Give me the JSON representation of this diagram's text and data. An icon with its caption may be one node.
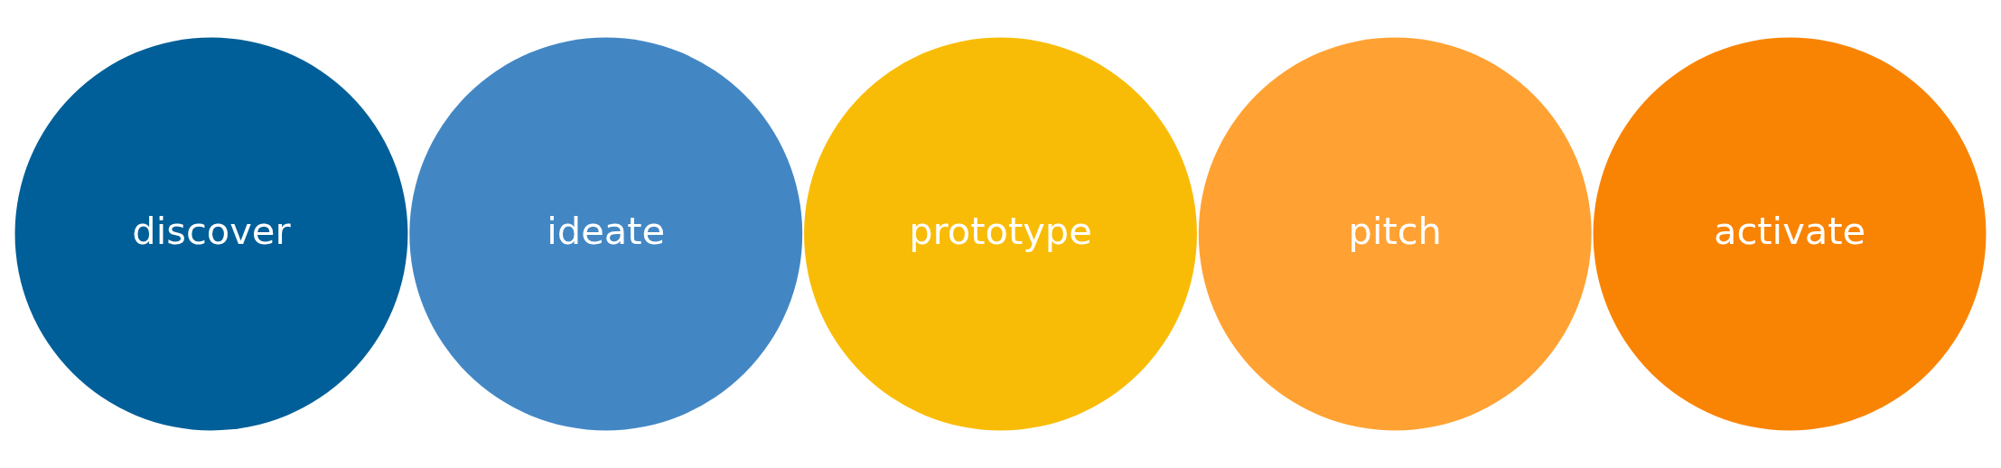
{
  "diagram": {
    "nodes": [
      {
        "text": [
          "discover"
        ]
      },
      {
        "text": [
          "ideate"
        ]
      },
      {
        "text": [
          "prototype"
        ]
      },
      {
        "text": [
          "pitch"
        ]
      },
      {
        "text": [
          "activate"
        ]
      }
    ]
  }
}
